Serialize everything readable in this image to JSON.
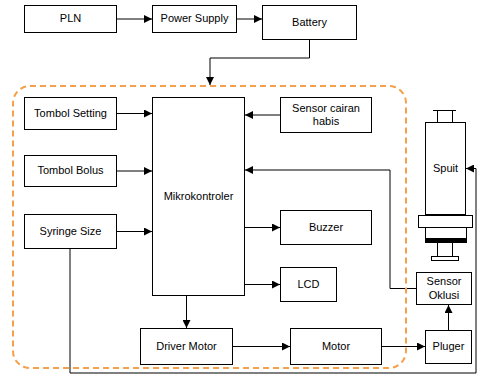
{
  "diagram": {
    "nodes": [
      {
        "text": [
          "PLN"
        ]
      },
      {
        "text": [
          "Power Supply"
        ]
      },
      {
        "text": [
          "Battery"
        ]
      },
      {
        "text": []
      },
      {
        "text": [
          "Tombol Setting"
        ],
        "in": 3
      },
      {
        "text": [
          "Mikrokontroler"
        ],
        "in": 3
      },
      {
        "text": [
          "Sensor cairan habis"
        ],
        "in": 3
      },
      {
        "text": [
          "Tombol Bolus"
        ],
        "in": 3
      },
      {
        "text": [
          "Syringe Size"
        ],
        "in": 3
      },
      {
        "text": [
          "Buzzer"
        ],
        "in": 3
      },
      {
        "text": [
          "LCD"
        ],
        "in": 3
      },
      {
        "text": [
          "Driver Motor"
        ],
        "in": 3
      },
      {
        "text": [
          "Motor"
        ],
        "in": 3
      },
      {
        "text": [
          "Spuit"
        ]
      },
      {
        "text": [
          "Sensor Oklusi"
        ]
      },
      {
        "text": [
          "Pluger"
        ]
      }
    ],
    "edges": [
      {
        "from": 0,
        "to": 1,
        "arrow": "to"
      },
      {
        "from": 1,
        "to": 2,
        "arrow": "to"
      },
      {
        "from": 2,
        "to": 3,
        "arrow": "to"
      },
      {
        "from": 4,
        "to": 5,
        "arrow": "to"
      },
      {
        "from": 6,
        "to": 5,
        "arrow": "to"
      },
      {
        "from": 7,
        "to": 5,
        "arrow": "to"
      },
      {
        "from": 8,
        "to": 5,
        "arrow": "to"
      },
      {
        "from": 5,
        "to": 9,
        "arrow": "to"
      },
      {
        "from": 5,
        "to": 10,
        "arrow": "to"
      },
      {
        "from": 5,
        "to": 11,
        "arrow": "to"
      },
      {
        "from": 11,
        "to": 12,
        "arrow": "to"
      },
      {
        "from": 12,
        "to": 15,
        "arrow": "to"
      },
      {
        "from": 15,
        "to": 14,
        "arrow": "to"
      },
      {
        "from": 14,
        "to": 5,
        "arrow": "to"
      },
      {
        "from": 8,
        "to": 13,
        "arrow": "to"
      }
    ]
  }
}
